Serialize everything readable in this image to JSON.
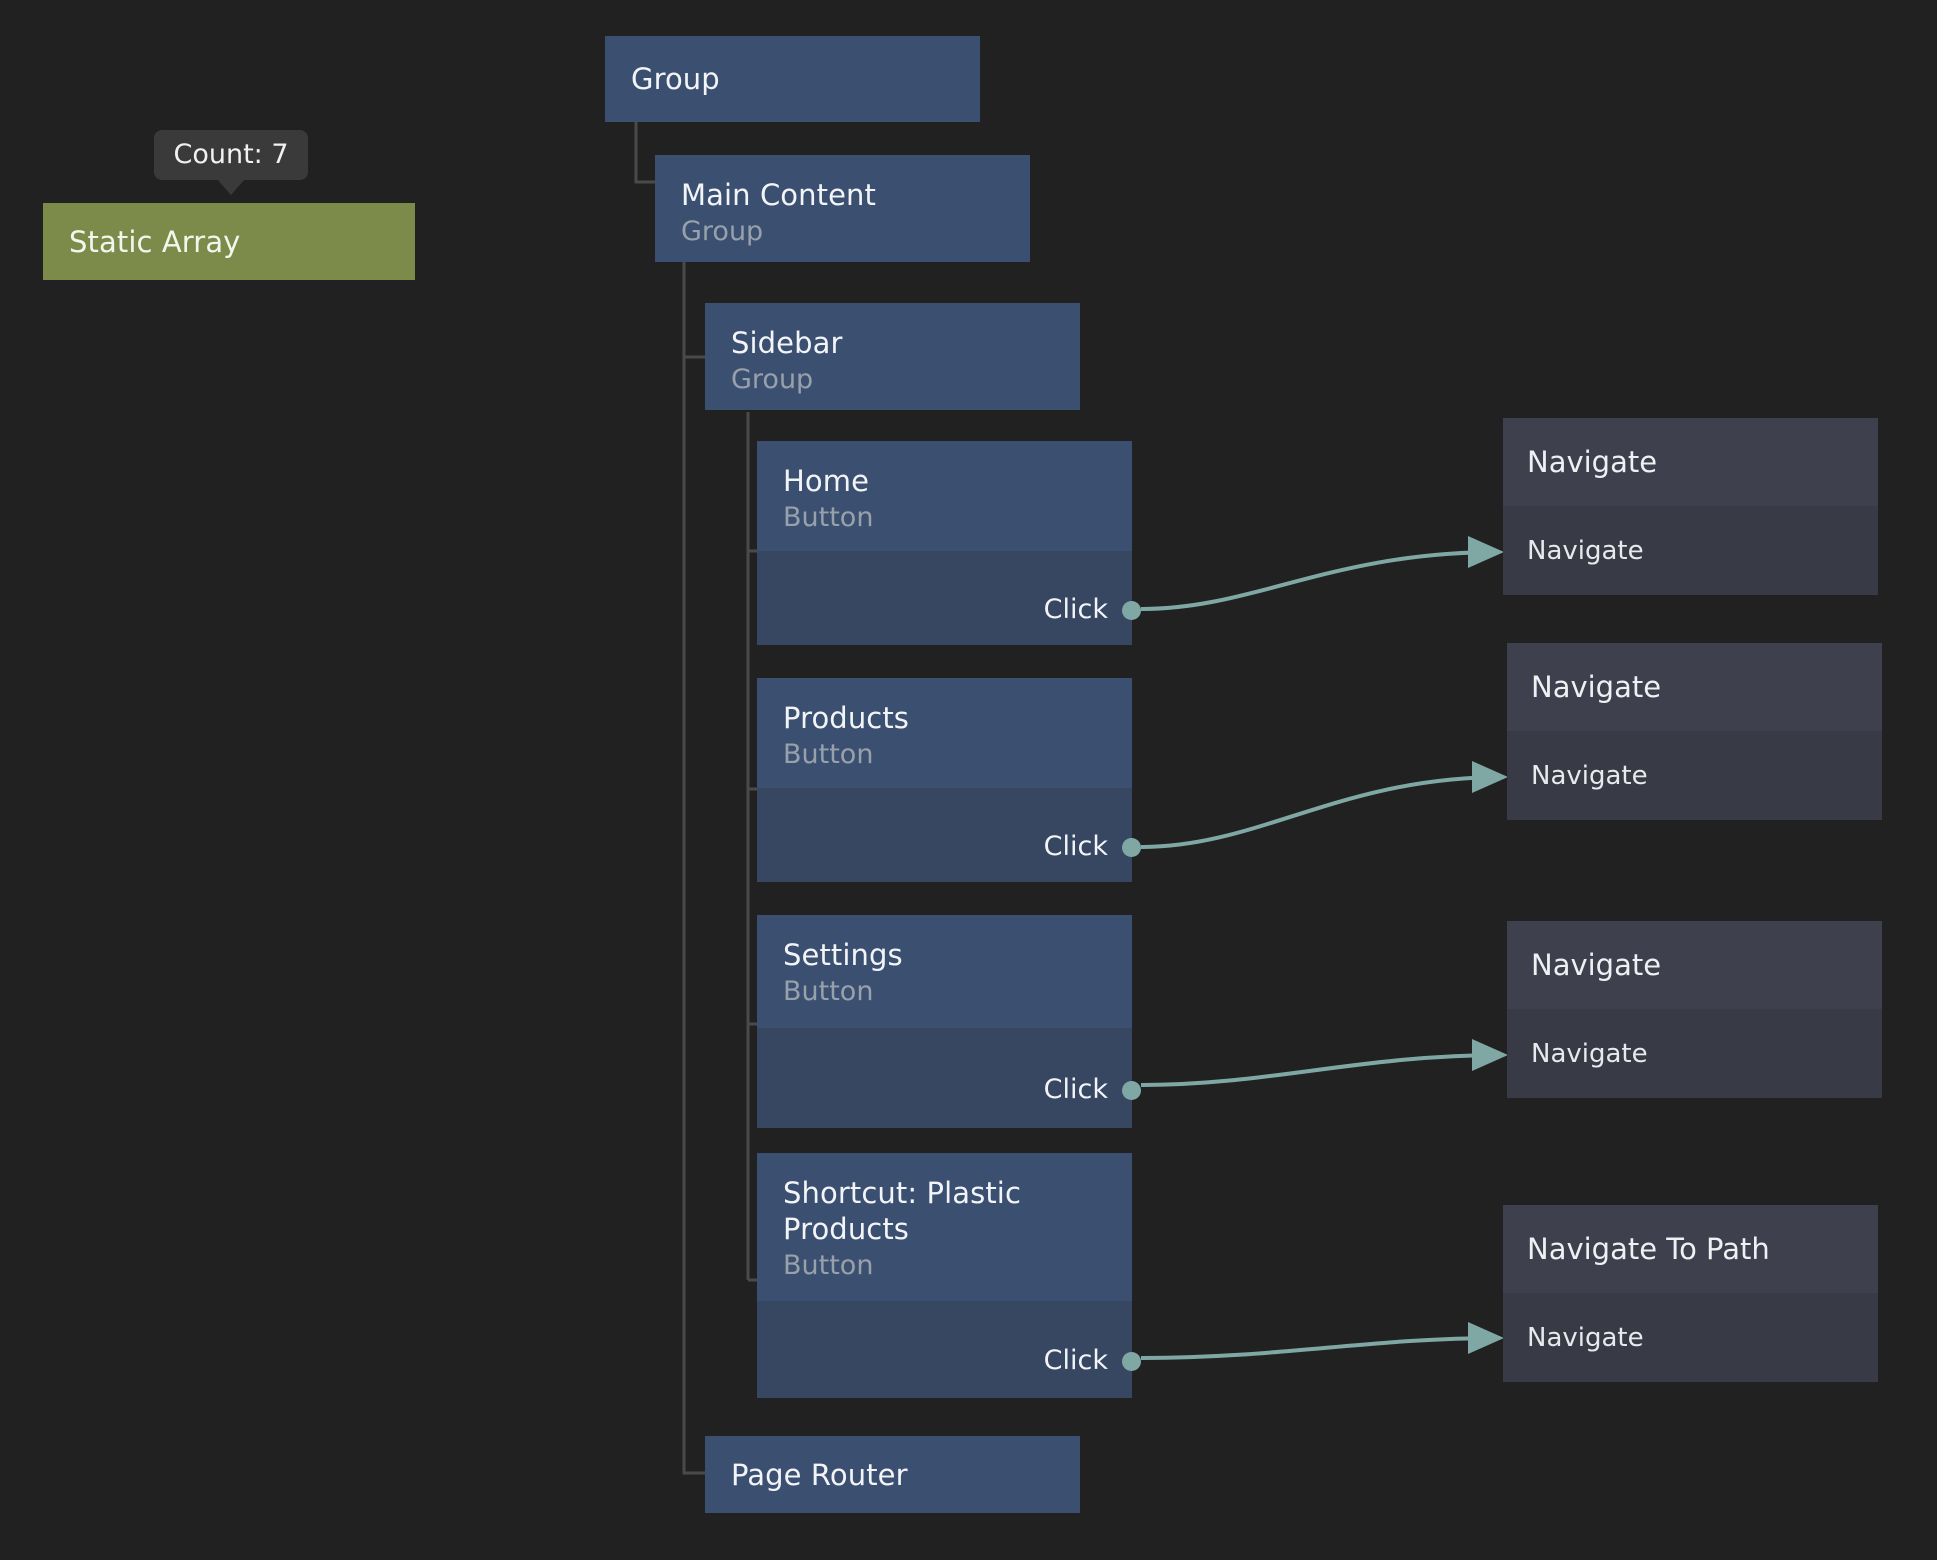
{
  "canvas": {
    "background": "#212121",
    "wire_color": "#7fa8a4",
    "tree_line_color": "#4a4a4a"
  },
  "tooltip": {
    "text": "Count: 7"
  },
  "inspector_node": {
    "title": "Static Array",
    "color": "#7d8b4a"
  },
  "tree": {
    "root": {
      "title": "Group",
      "subtitle": ""
    },
    "nodes": [
      {
        "title": "Main Content",
        "subtitle": "Group"
      },
      {
        "title": "Sidebar",
        "subtitle": "Group"
      },
      {
        "title": "Home",
        "subtitle": "Button",
        "port": "Click"
      },
      {
        "title": "Products",
        "subtitle": "Button",
        "port": "Click"
      },
      {
        "title": "Settings",
        "subtitle": "Button",
        "port": "Click"
      },
      {
        "title": "Shortcut: Plastic\nProducts",
        "subtitle": "Button",
        "port": "Click"
      },
      {
        "title": "Page Router",
        "subtitle": ""
      }
    ]
  },
  "actions": [
    {
      "title": "Navigate",
      "row": "Navigate"
    },
    {
      "title": "Navigate",
      "row": "Navigate"
    },
    {
      "title": "Navigate",
      "row": "Navigate"
    },
    {
      "title": "Navigate To Path",
      "row": "Navigate"
    }
  ]
}
